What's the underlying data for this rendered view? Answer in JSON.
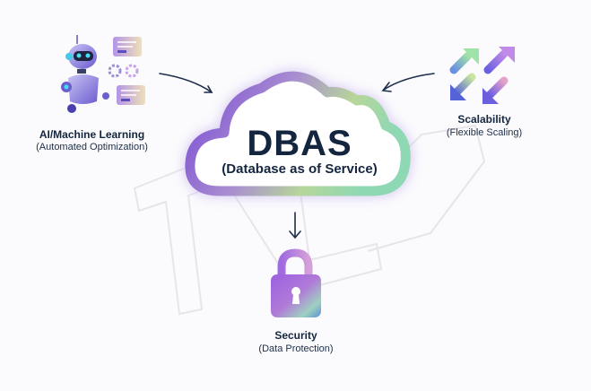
{
  "center": {
    "title": "DBAS",
    "subtitle": "(Database as of Service)"
  },
  "nodes": {
    "ai": {
      "title": "AI/Machine Learning",
      "subtitle": "(Automated Optimization)",
      "icon": "robot-icon"
    },
    "scalability": {
      "title": "Scalability",
      "subtitle": "(Flexible Scaling)",
      "icon": "arrows-scaling-icon"
    },
    "security": {
      "title": "Security",
      "subtitle": "(Data Protection)",
      "icon": "padlock-icon"
    }
  },
  "colors": {
    "text": "#13253f",
    "purple": "#7b4fd6",
    "green": "#a8e39a",
    "blue": "#5b8fd6",
    "arrow": "#1b2d4a"
  }
}
